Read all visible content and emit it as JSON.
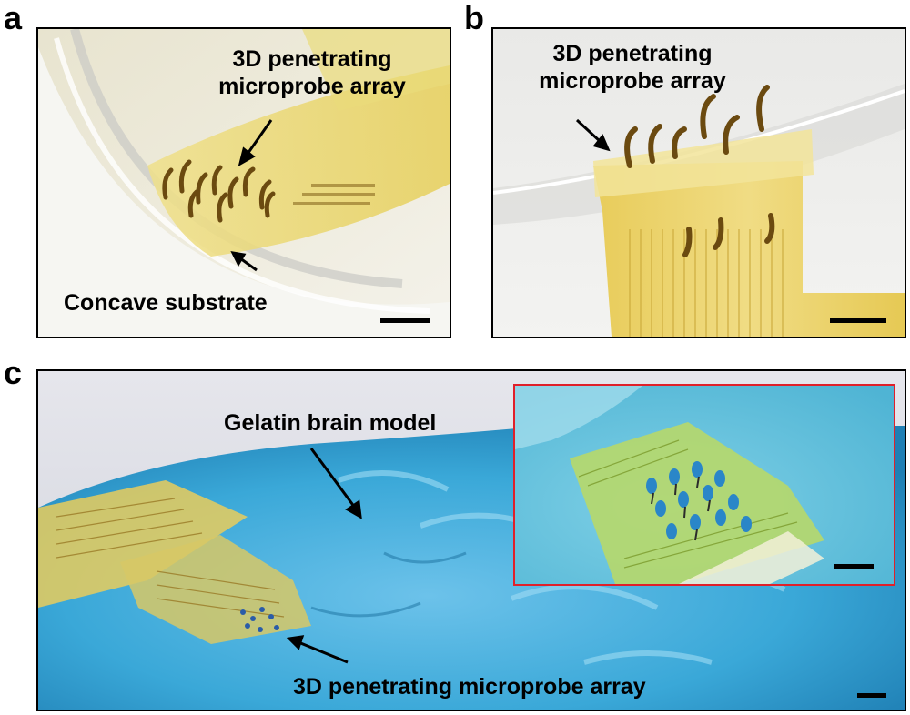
{
  "panels": {
    "a": {
      "letter": "a",
      "label_top": [
        "3D penetrating",
        "microprobe array"
      ],
      "label_bottom": "Concave substrate"
    },
    "b": {
      "letter": "b",
      "label_top": [
        "3D penetrating",
        "microprobe array"
      ]
    },
    "c": {
      "letter": "c",
      "label_top": "Gelatin brain model",
      "label_bottom": "3D penetrating microprobe array"
    }
  },
  "colors": {
    "border": "#000000",
    "inset_border": "#e0202a",
    "polyimide": "#e8c64a",
    "gelatin": "#3aa8d8"
  }
}
